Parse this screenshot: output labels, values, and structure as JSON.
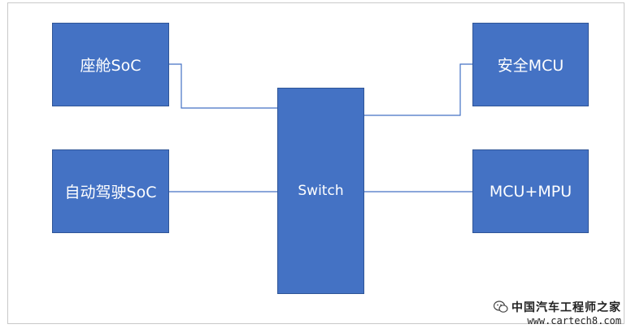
{
  "diagram": {
    "boxes": {
      "cockpit_soc": "座舱SoC",
      "adas_soc": "自动驾驶SoC",
      "switch": "Switch",
      "safety_mcu": "安全MCU",
      "mcu_mpu": "MCU+MPU"
    },
    "colors": {
      "box_fill": "#4472c4",
      "box_border": "#2f5597",
      "link": "#4472c4",
      "frame": "#c9c9c9"
    }
  },
  "watermark": {
    "name": "中国汽车工程师之家",
    "url": "www.cartech8.com",
    "icon": "wechat-icon"
  }
}
